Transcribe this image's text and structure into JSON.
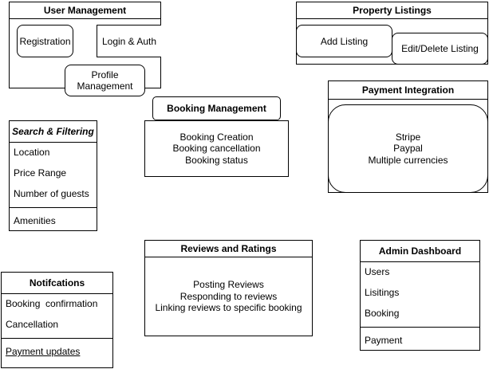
{
  "user_management": {
    "title": "User Management",
    "registration": "Registration",
    "login": "Login & Auth",
    "profile": [
      "Profile",
      "Management"
    ]
  },
  "property_listings": {
    "title": "Property Listings",
    "add": "Add Listing",
    "edit_delete": "Edit/Delete Listing"
  },
  "payment_integration": {
    "title": "Payment Integration",
    "items": [
      "Stripe",
      "Paypal",
      "Multiple currencies"
    ]
  },
  "booking_management": {
    "title": "Booking Management",
    "items": [
      "Booking Creation",
      "Booking cancellation",
      "Booking status"
    ]
  },
  "search_filtering": {
    "title": "Search & Filtering",
    "items": [
      "Location",
      "Price Range",
      "Number of guests"
    ],
    "extra": "Amenities"
  },
  "reviews": {
    "title": "Reviews and Ratings",
    "items": [
      "Posting Reviews",
      "Responding to reviews",
      "Linking reviews to specific booking"
    ]
  },
  "admin_dashboard": {
    "title": "Admin Dashboard",
    "items": [
      "Users",
      "Lisitings",
      "Booking"
    ],
    "extra": "Payment"
  },
  "notifications": {
    "title": "Notifcations",
    "items": [
      "Booking  confirmation",
      "Cancellation"
    ],
    "extra": "Payment updates"
  }
}
